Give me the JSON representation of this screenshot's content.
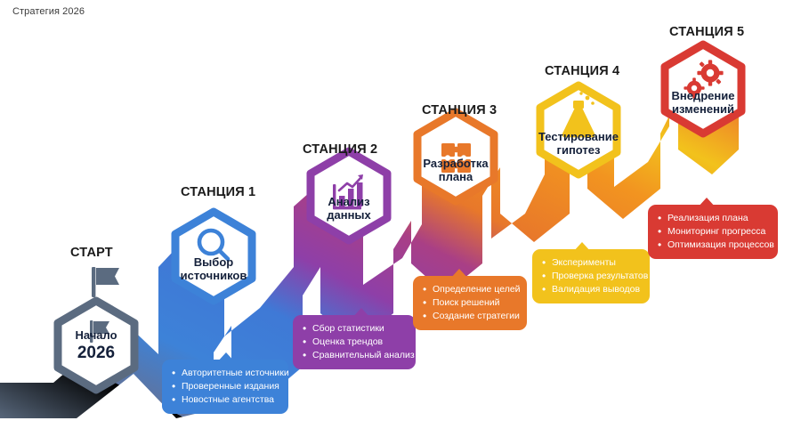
{
  "document": {
    "title": "Стратегия 2026"
  },
  "palette": {
    "start": "#5B6B80",
    "station1": "#3D82D8",
    "station2": "#8E3FA8",
    "station3": "#E8782A",
    "station4": "#F2C21C",
    "station5": "#D93A33",
    "bullet_text": "#ffffff",
    "caption_text": "#1a1a1a",
    "hex_title_text": "#14203a",
    "background": "#ffffff"
  },
  "start_node": {
    "caption": "СТАРТ",
    "icon": "flag-icon",
    "title_line1": "Начало",
    "title_line2": "2026"
  },
  "stations": [
    {
      "caption": "СТАНЦИЯ 1",
      "icon": "magnifier-icon",
      "title": "Выбор\nисточников",
      "color": "#3D82D8",
      "bullets": [
        "Авторитетные источники",
        "Проверенные издания",
        "Новостные агентства"
      ]
    },
    {
      "caption": "СТАНЦИЯ 2",
      "icon": "bar-chart-icon",
      "title": "Анализ\nданных",
      "color": "#8E3FA8",
      "bullets": [
        "Сбор статистики",
        "Оценка трендов",
        "Сравнительный анализ"
      ]
    },
    {
      "caption": "СТАНЦИЯ 3",
      "icon": "puzzle-icon",
      "title": "Разработка\nплана",
      "color": "#E8782A",
      "bullets": [
        "Определение целей",
        "Поиск решений",
        "Создание стратегии"
      ]
    },
    {
      "caption": "СТАНЦИЯ 4",
      "icon": "flask-icon",
      "title": "Тестирование\nгипотез",
      "color": "#F2C21C",
      "bullets": [
        "Эксперименты",
        "Проверка результатов",
        "Валидация выводов"
      ]
    },
    {
      "caption": "СТАНЦИЯ 5",
      "icon": "gears-icon",
      "title": "Внедрение\nизменений",
      "color": "#D93A33",
      "bullets": [
        "Реализация плана",
        "Мониторинг прогресса",
        "Оптимизация процессов"
      ]
    }
  ]
}
